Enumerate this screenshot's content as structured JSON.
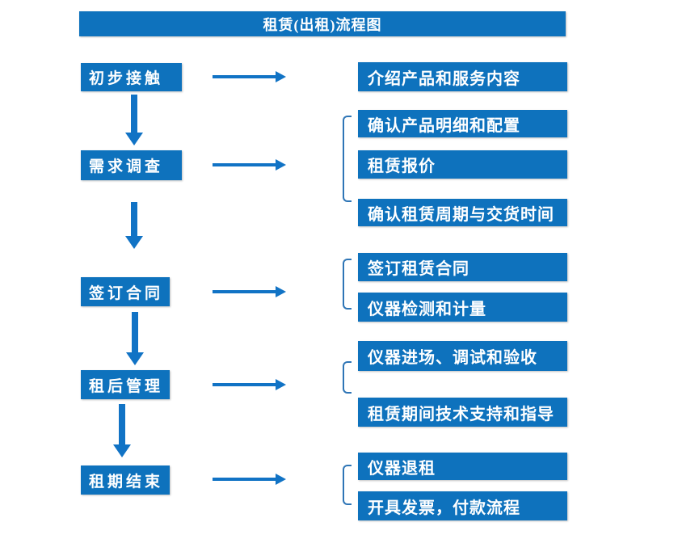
{
  "title": "租赁(出租)流程图",
  "colors": {
    "box_blue": "#0e72bd",
    "arrow_blue": "#1173c5",
    "bracket_blue": "#2e75b6",
    "text_white": "#ffffff",
    "background": "#ffffff"
  },
  "stages": [
    {
      "label": "初步接触",
      "outputs": [
        "介绍产品和服务内容"
      ]
    },
    {
      "label": "需求调查",
      "outputs": [
        "确认产品明细和配置",
        "租赁报价",
        "确认租赁周期与交货时间"
      ]
    },
    {
      "label": "签订合同",
      "outputs": [
        "签订租赁合同",
        "仪器检测和计量"
      ]
    },
    {
      "label": "租后管理",
      "outputs": [
        "仪器进场、调试和验收",
        "租赁期间技术支持和指导"
      ]
    },
    {
      "label": "租期结束",
      "outputs": [
        "仪器退租",
        "开具发票，付款流程"
      ]
    }
  ]
}
